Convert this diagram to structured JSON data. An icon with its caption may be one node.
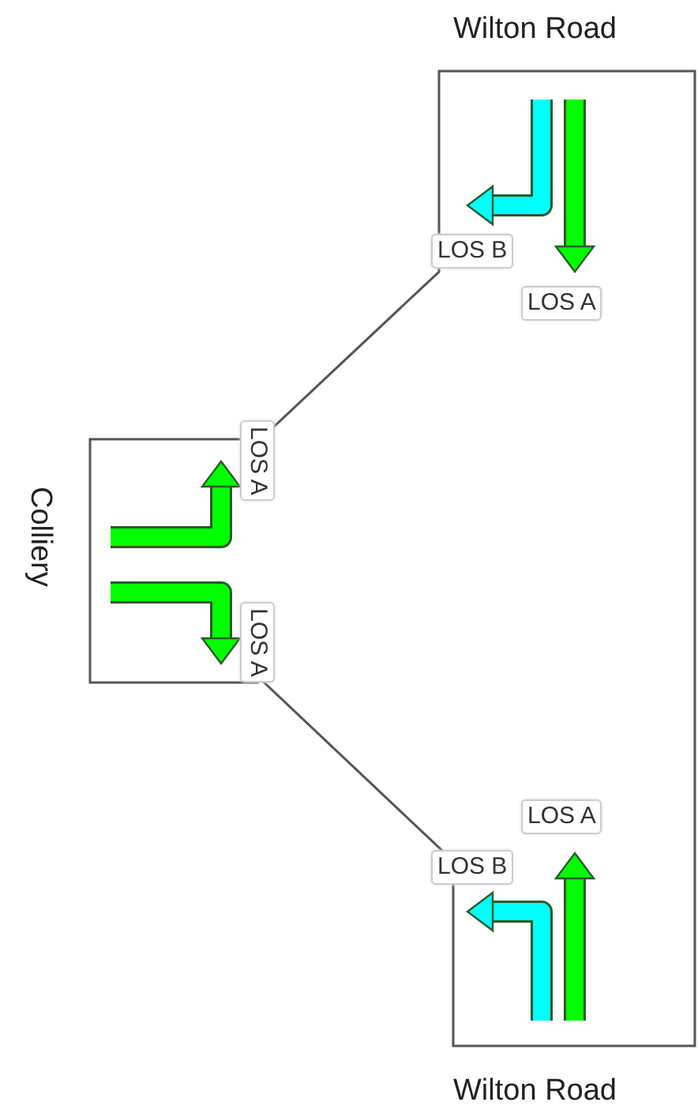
{
  "diagram": {
    "nodes": [
      {
        "text": [
          "LOS B"
        ]
      },
      {
        "text": [
          "LOS A"
        ]
      },
      {
        "text": [
          "LOS A"
        ]
      },
      {
        "text": [
          "LOS A"
        ]
      },
      {
        "text": [
          "LOS A"
        ]
      },
      {
        "text": [
          "LOS B"
        ]
      }
    ],
    "labels": [
      "Wilton Road",
      "Colliery",
      "Wilton Road"
    ]
  }
}
